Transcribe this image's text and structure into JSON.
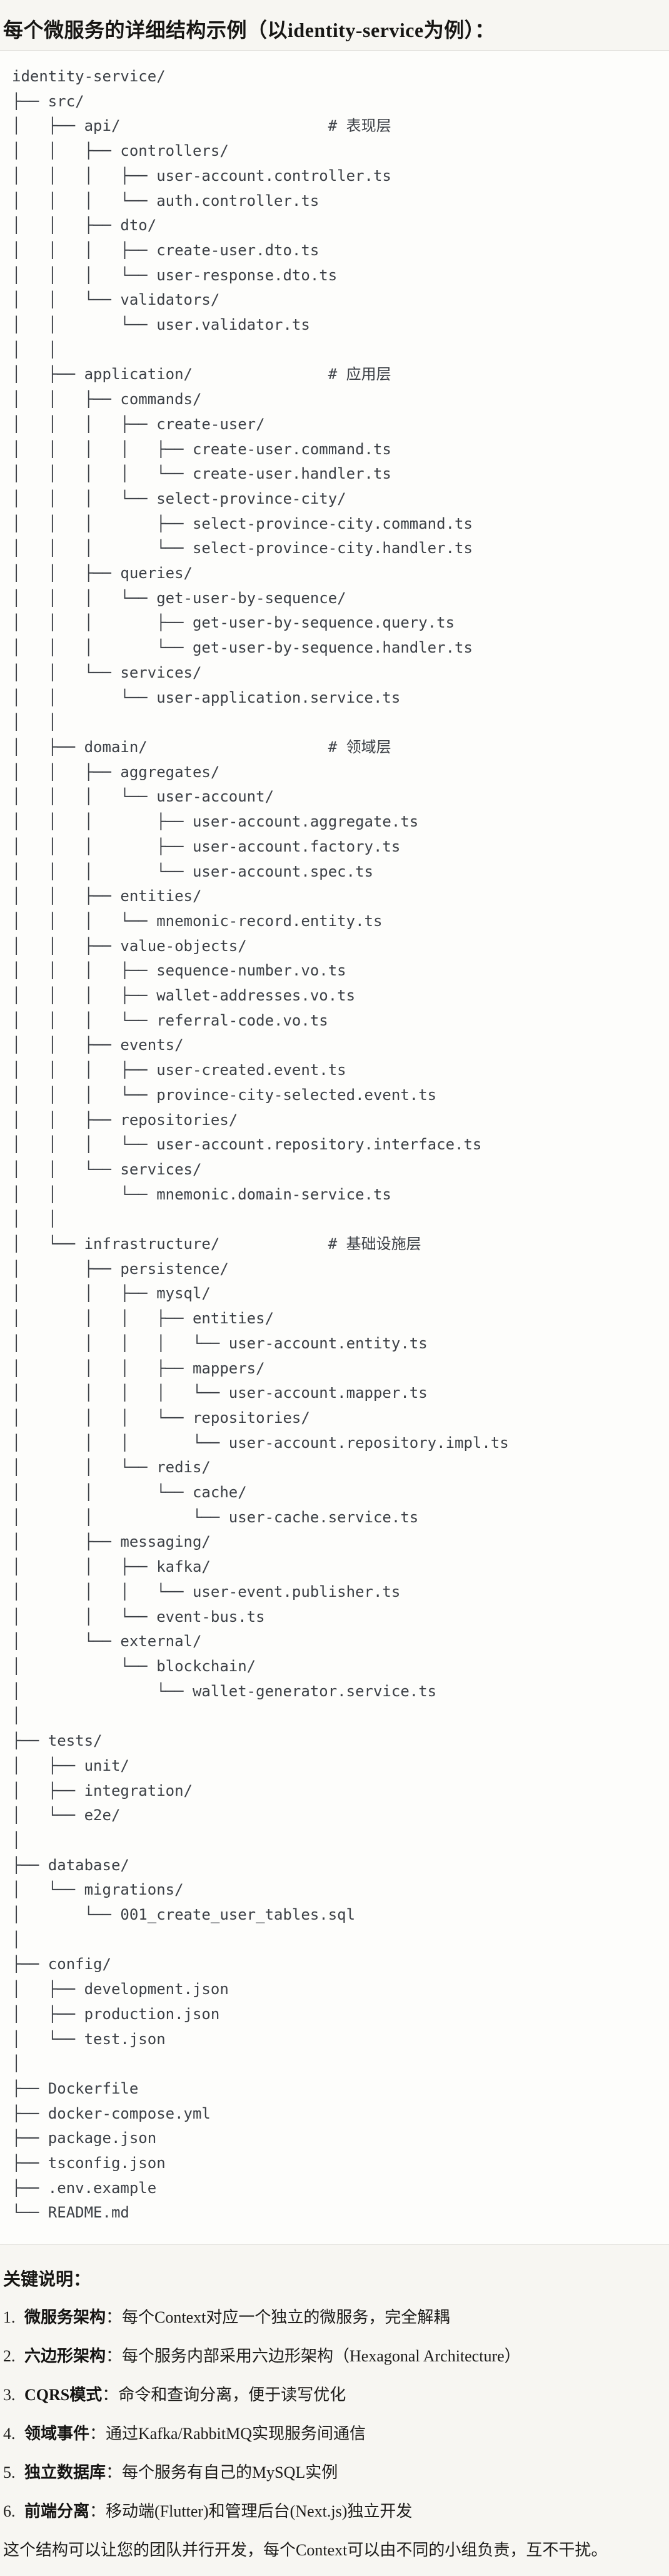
{
  "page": {
    "title": "每个微服务的详细结构示例（以identity-service为例）："
  },
  "tree_lines": [
    "identity-service/",
    "├── src/",
    "│   ├── api/                       # 表现层",
    "│   │   ├── controllers/",
    "│   │   │   ├── user-account.controller.ts",
    "│   │   │   └── auth.controller.ts",
    "│   │   ├── dto/",
    "│   │   │   ├── create-user.dto.ts",
    "│   │   │   └── user-response.dto.ts",
    "│   │   └── validators/",
    "│   │       └── user.validator.ts",
    "│   │",
    "│   ├── application/               # 应用层",
    "│   │   ├── commands/",
    "│   │   │   ├── create-user/",
    "│   │   │   │   ├── create-user.command.ts",
    "│   │   │   │   └── create-user.handler.ts",
    "│   │   │   └── select-province-city/",
    "│   │   │       ├── select-province-city.command.ts",
    "│   │   │       └── select-province-city.handler.ts",
    "│   │   ├── queries/",
    "│   │   │   └── get-user-by-sequence/",
    "│   │   │       ├── get-user-by-sequence.query.ts",
    "│   │   │       └── get-user-by-sequence.handler.ts",
    "│   │   └── services/",
    "│   │       └── user-application.service.ts",
    "│   │",
    "│   ├── domain/                    # 领域层",
    "│   │   ├── aggregates/",
    "│   │   │   └── user-account/",
    "│   │   │       ├── user-account.aggregate.ts",
    "│   │   │       ├── user-account.factory.ts",
    "│   │   │       └── user-account.spec.ts",
    "│   │   ├── entities/",
    "│   │   │   └── mnemonic-record.entity.ts",
    "│   │   ├── value-objects/",
    "│   │   │   ├── sequence-number.vo.ts",
    "│   │   │   ├── wallet-addresses.vo.ts",
    "│   │   │   └── referral-code.vo.ts",
    "│   │   ├── events/",
    "│   │   │   ├── user-created.event.ts",
    "│   │   │   └── province-city-selected.event.ts",
    "│   │   ├── repositories/",
    "│   │   │   └── user-account.repository.interface.ts",
    "│   │   └── services/",
    "│   │       └── mnemonic.domain-service.ts",
    "│   │",
    "│   └── infrastructure/            # 基础设施层",
    "│       ├── persistence/",
    "│       │   ├── mysql/",
    "│       │   │   ├── entities/",
    "│       │   │   │   └── user-account.entity.ts",
    "│       │   │   ├── mappers/",
    "│       │   │   │   └── user-account.mapper.ts",
    "│       │   │   └── repositories/",
    "│       │   │       └── user-account.repository.impl.ts",
    "│       │   └── redis/",
    "│       │       └── cache/",
    "│       │           └── user-cache.service.ts",
    "│       ├── messaging/",
    "│       │   ├── kafka/",
    "│       │   │   └── user-event.publisher.ts",
    "│       │   └── event-bus.ts",
    "│       └── external/",
    "│           └── blockchain/",
    "│               └── wallet-generator.service.ts",
    "│",
    "├── tests/",
    "│   ├── unit/",
    "│   ├── integration/",
    "│   └── e2e/",
    "│",
    "├── database/",
    "│   └── migrations/",
    "│       └── 001_create_user_tables.sql",
    "│",
    "├── config/",
    "│   ├── development.json",
    "│   ├── production.json",
    "│   └── test.json",
    "│",
    "├── Dockerfile",
    "├── docker-compose.yml",
    "├── package.json",
    "├── tsconfig.json",
    "├── .env.example",
    "└── README.md"
  ],
  "notes": {
    "heading": "关键说明：",
    "items": [
      {
        "num": "1.",
        "term": "微服务架构",
        "colon": "：",
        "desc": "每个Context对应一个独立的微服务，完全解耦"
      },
      {
        "num": "2.",
        "term": "六边形架构",
        "colon": "：",
        "desc": "每个服务内部采用六边形架构（Hexagonal Architecture）"
      },
      {
        "num": "3.",
        "term": "CQRS模式",
        "colon": "：",
        "desc": "命令和查询分离，便于读写优化"
      },
      {
        "num": "4.",
        "term": "领域事件",
        "colon": "：",
        "desc": "通过Kafka/RabbitMQ实现服务间通信"
      },
      {
        "num": "5.",
        "term": "独立数据库",
        "colon": "：",
        "desc": "每个服务有自己的MySQL实例"
      },
      {
        "num": "6.",
        "term": "前端分离",
        "colon": "：",
        "desc": "移动端(Flutter)和管理后台(Next.js)独立开发"
      }
    ],
    "footer": "这个结构可以让您的团队并行开发，每个Context可以由不同的小组负责，互不干扰。"
  }
}
